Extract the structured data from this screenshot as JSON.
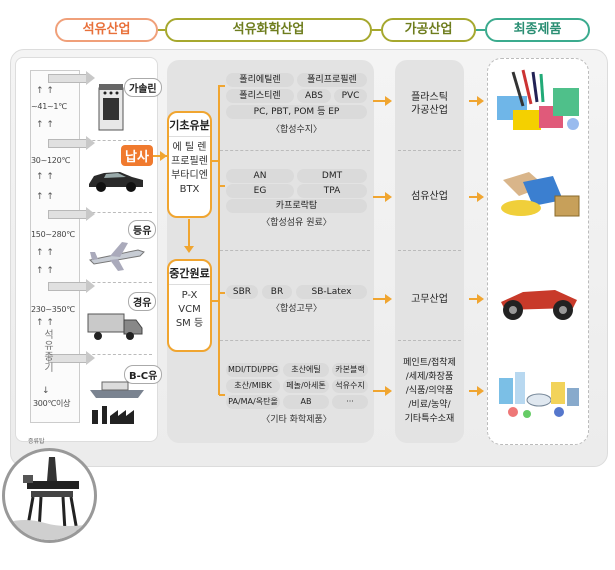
{
  "headers": {
    "petroleum": "석유산업",
    "petrochemical": "석유화학산업",
    "processing": "가공산업",
    "final": "최종제품"
  },
  "tower": {
    "temps": [
      "~41~1℃",
      "30~120℃",
      "150~280℃",
      "230~350℃",
      "300℃이상"
    ],
    "steam": "석유증기",
    "foot": "증류탑"
  },
  "products": {
    "gasoline": "가솔린",
    "naphtha": "납사",
    "kerosene": "등유",
    "diesel": "경유",
    "bc_oil": "B-C유"
  },
  "basic": {
    "title": "기초유분",
    "items": [
      "에 틸 렌",
      "프로필렌",
      "부타디엔",
      "BTX"
    ]
  },
  "intermediate": {
    "title": "중간원료",
    "items": [
      "P-X",
      "VCM",
      "SM 등"
    ]
  },
  "groups": {
    "resin": {
      "chips": [
        "폴리에틸렌",
        "폴리프로필렌",
        "폴리스티렌",
        "ABS",
        "PVC",
        "PC, PBT, POM 등 EP"
      ],
      "label": "〈합성수지〉"
    },
    "fiber": {
      "chips": [
        "AN",
        "DMT",
        "EG",
        "TPA",
        "카프로락탐"
      ],
      "label": "〈합성섬유 원료〉"
    },
    "rubber": {
      "chips": [
        "SBR",
        "BR",
        "SB-Latex"
      ],
      "label": "〈합성고무〉"
    },
    "other": {
      "chips": [
        "MDI/TDI/PPG",
        "초산에틸",
        "카본블랙",
        "초산/MIBK",
        "페놀/아세톤",
        "석유수지",
        "PA/MA/옥탄올",
        "AB",
        "···"
      ],
      "label": "〈기타 화학제품〉"
    }
  },
  "processing": {
    "plastic": "플라스틱\n가공산업",
    "fiber": "섬유산업",
    "rubber": "고무산업",
    "others": "페인트/접착제\n/세제/화장품\n/식품/의약품\n/비료/농약/\n기타특수소재"
  },
  "colors": {
    "orange": "#f0a530",
    "petro_border": "#f0a07a",
    "chem_border": "#a6a82e",
    "final_border": "#3bab8e",
    "naphtha_bg": "#f07a2e"
  }
}
